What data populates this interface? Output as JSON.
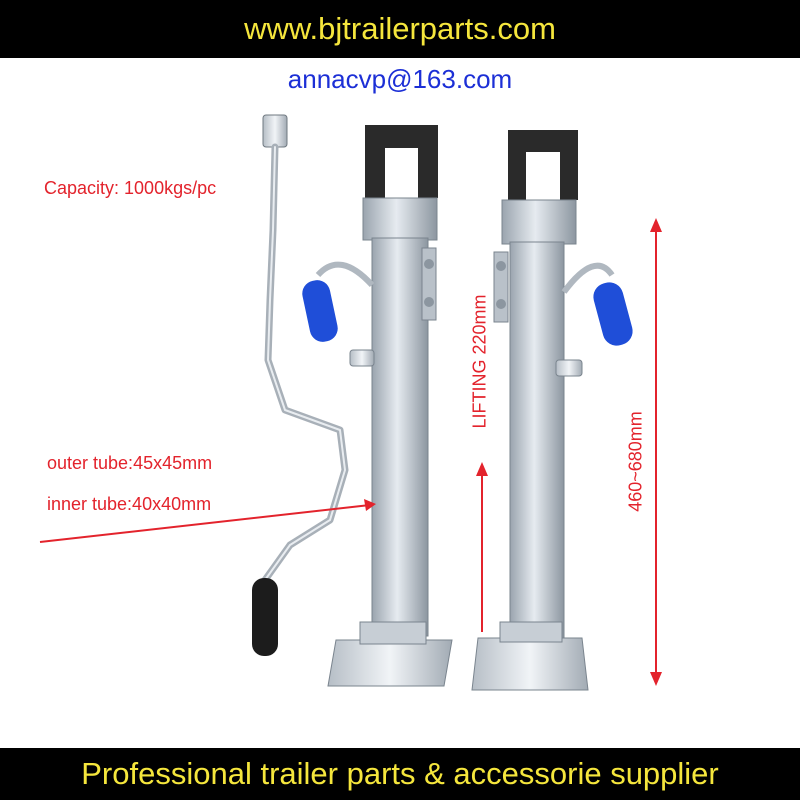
{
  "header": {
    "website": "www.bjtrailerparts.com"
  },
  "contact": {
    "email": "annacvp@163.com"
  },
  "specs": {
    "capacity": "Capacity: 1000kgs/pc",
    "outer_tube": "outer tube:45x45mm",
    "inner_tube": "inner tube:40x40mm",
    "lifting": "LIFTING 220mm",
    "height_range": "460~680mm"
  },
  "footer": {
    "slogan": "Professional trailer parts & accessorie supplier"
  },
  "colors": {
    "banner_bg": "#000000",
    "banner_text": "#f5e63c",
    "email_blue": "#1c2fd6",
    "spec_red": "#e3232c"
  }
}
